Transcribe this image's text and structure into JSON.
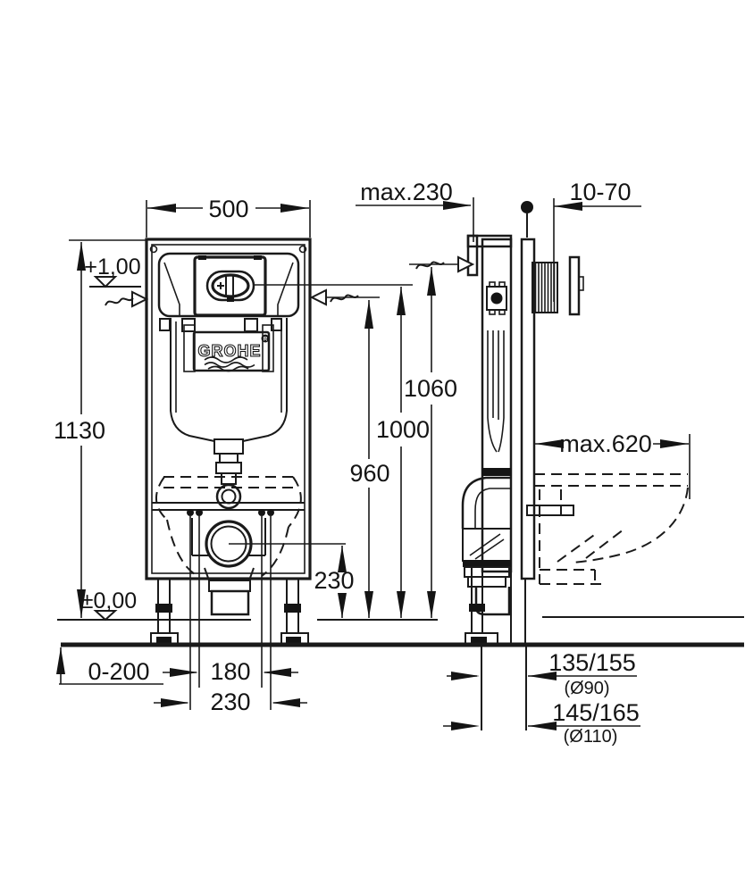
{
  "drawing": {
    "logo": {
      "brand": "GROHE",
      "reg": "R"
    },
    "front": {
      "width": "500",
      "height": "1130",
      "level_upper": "+1,00",
      "level_floor": "±0,00",
      "h_960": "960",
      "h_1000": "1000",
      "h_1060": "1060",
      "outlet_height": "230",
      "foot_adjust": "0-200",
      "spacing_narrow": "180",
      "spacing_wide": "230"
    },
    "side": {
      "depth_max": "max.230",
      "wall_range": "10-70",
      "bowl_max": "max.620",
      "drain_90": "135/155",
      "drain_90_dia": "(Ø90)",
      "drain_110": "145/165",
      "drain_110_dia": "(Ø110)"
    }
  },
  "colors": {
    "line": "#1a1a1a",
    "background": "#ffffff"
  }
}
